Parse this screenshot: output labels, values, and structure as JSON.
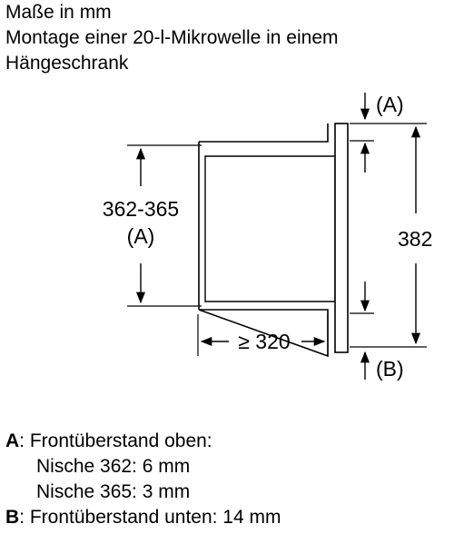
{
  "header": {
    "line1": "Maße in mm",
    "line2": "Montage einer 20-l-Mikrowelle in einem",
    "line3": "Hängeschrank"
  },
  "diagram": {
    "dim_height_value": "362-365",
    "dim_height_ref": "(A)",
    "dim_total_height": "382",
    "dim_depth": "≥ 320",
    "label_a": "(A)",
    "label_b": "(B)"
  },
  "legend": {
    "a_key": "A",
    "a_text": ": Frontüberstand oben:",
    "a_line2": "Nische 362: 6 mm",
    "a_line3": "Nische 365: 3 mm",
    "b_key": "B",
    "b_text": ": Frontüberstand unten: 14 mm"
  }
}
